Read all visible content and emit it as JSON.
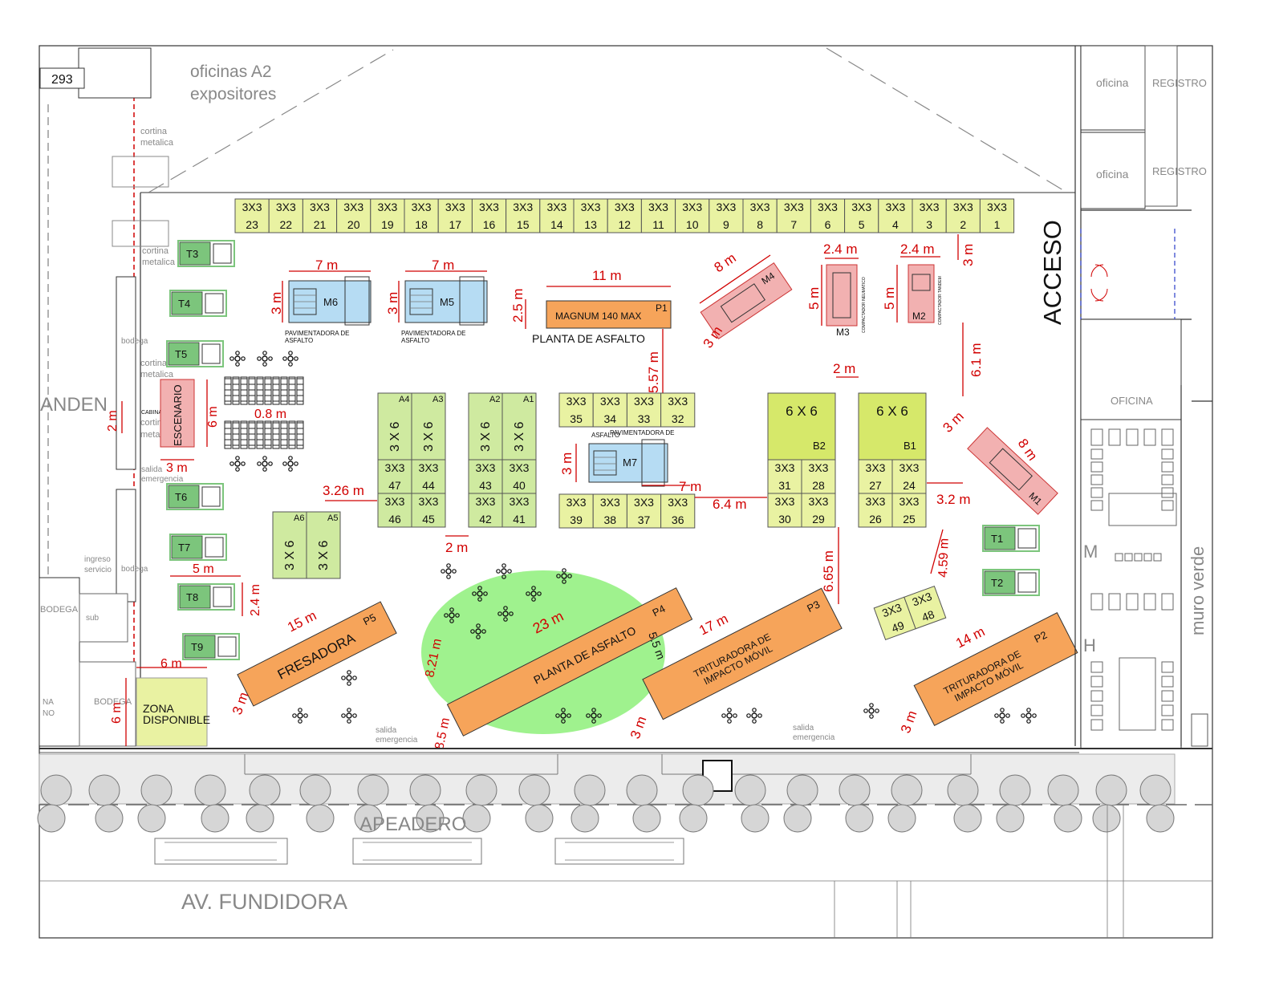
{
  "header": {
    "ref_number": "293",
    "offices": "oficinas A2",
    "exhibitors": "expositores"
  },
  "left": {
    "anden": "ANDEN",
    "curtain_1": "cortina",
    "curtain_1b": "metalica",
    "curtain_2": "cortina",
    "curtain_2b": "metalica",
    "curtain_3": "cortina",
    "curtain_3b": "metalica",
    "curtain_4": "cortina",
    "curtain_4b": "metal",
    "bodega_1": "bodega",
    "bodega_2": "bodega",
    "bodega_3": "BODEGA",
    "bodega_4": "BODEGA",
    "cabina": "CABINA",
    "salida_emergencia_1": "salida",
    "salida_emergencia_1b": "emergencia",
    "ingreso": "ingreso",
    "ingreso_b": "servicio",
    "sub": "sub",
    "na": "NA",
    "no": "NO"
  },
  "stage": {
    "label": "ESCENARIO",
    "dim_w": "3 m",
    "dim_h": "6 m",
    "dim_side": "2 m",
    "dim_aisle": "0.8 m"
  },
  "zona": {
    "line1": "ZONA",
    "line2": "DISPONIBLE",
    "dim_w": "6 m",
    "dim_h": "6 m"
  },
  "trucks": [
    {
      "id": "T1",
      "label": "T1"
    },
    {
      "id": "T2",
      "label": "T2"
    },
    {
      "id": "T3",
      "label": "T3"
    },
    {
      "id": "T4",
      "label": "T4"
    },
    {
      "id": "T5",
      "label": "T5"
    },
    {
      "id": "T6",
      "label": "T6"
    },
    {
      "id": "T7",
      "label": "T7"
    },
    {
      "id": "T8",
      "label": "T8"
    },
    {
      "id": "T9",
      "label": "T9"
    }
  ],
  "truck_dims": {
    "w": "5 m",
    "h": "2.4 m"
  },
  "top_booths": {
    "size": "3X3",
    "numbers": [
      "23",
      "22",
      "21",
      "20",
      "19",
      "18",
      "17",
      "16",
      "15",
      "14",
      "13",
      "12",
      "11",
      "10",
      "9",
      "8",
      "7",
      "6",
      "5",
      "4",
      "3",
      "2",
      "1"
    ]
  },
  "machines": {
    "m6": {
      "label": "M6",
      "caption1": "PAVIMENTADORA DE",
      "caption2": "ASFALTO",
      "dim_w": "7 m",
      "dim_h": "3 m"
    },
    "m5": {
      "label": "M5",
      "caption1": "PAVIMENTADORA DE",
      "caption2": "ASFALTO",
      "dim_w": "7 m",
      "dim_h": "3 m"
    },
    "m7": {
      "label": "M7",
      "caption1": "PAVIMENTADORA DE",
      "caption2": "ASFALTO",
      "dim_w": "7 m",
      "dim_h": "3 m"
    },
    "m4": {
      "label": "M4",
      "dim_w": "8 m",
      "dim_h": "3 m"
    },
    "m1": {
      "label": "M1",
      "dim_w": "8 m",
      "dim_h": "3 m"
    },
    "m3": {
      "label": "M3",
      "caption": "COMPACTADOR NEUMATICO",
      "dim_w": "2.4 m",
      "dim_h": "5 m"
    },
    "m2": {
      "label": "M2",
      "caption": "COMPACTADOR TANDEM",
      "dim_w": "2.4 m",
      "dim_h": "5 m"
    }
  },
  "plant_p1": {
    "label": "MAGNUM 140 MAX",
    "tag": "P1",
    "caption": "PLANTA DE ASFALTO",
    "dim_w": "11 m",
    "dim_h": "2.5 m",
    "dim_down": "5.57 m"
  },
  "a_blocks": {
    "size": "3 X 6",
    "a1": "A1",
    "a2": "A2",
    "a3": "A3",
    "a4": "A4",
    "a5": "A5",
    "a6": "A6",
    "dim_gap": "3.26 m",
    "dim_between": "2 m"
  },
  "mid_booths": {
    "size": "3X3",
    "row1": [
      "35",
      "34",
      "33",
      "32"
    ],
    "row2": [
      "39",
      "38",
      "37",
      "36"
    ],
    "left_a": [
      "47",
      "44",
      "46",
      "45"
    ],
    "left_b": [
      "43",
      "40",
      "42",
      "41"
    ],
    "b2": [
      "31",
      "28",
      "30",
      "29"
    ],
    "b1": [
      "27",
      "24",
      "26",
      "25"
    ],
    "pair": [
      "49",
      "48"
    ]
  },
  "b_blocks": {
    "size": "6 X 6",
    "b1": "B1",
    "b2": "B2",
    "dim_top": "2 m"
  },
  "dims_misc": {
    "d_6_4": "6.4 m",
    "d_7": "7 m",
    "d_6_65": "6.65 m",
    "d_3_2": "3.2 m",
    "d_4_59": "4.59 m",
    "d_6_1": "6.1 m",
    "d_3": "3 m",
    "d_2": "2 m"
  },
  "diag_plants": {
    "p5": {
      "tag": "P5",
      "label": "FRESADORA",
      "dim_len": "15 m",
      "dim_w": "3 m"
    },
    "p4": {
      "tag": "P4",
      "label": "PLANTA DE ASFALTO",
      "dim_len": "23 m",
      "dim_a": "8.21 m",
      "dim_b": "8.5 m",
      "dim_c": "5.5 m"
    },
    "p3": {
      "tag": "P3",
      "label1": "TRITURADORA DE",
      "label2": "IMPACTO MÓVIL",
      "dim_len": "17 m",
      "dim_w": "3 m"
    },
    "p2": {
      "tag": "P2",
      "label1": "TRITURADORA DE",
      "label2": "IMPACTO MÓVIL",
      "dim_len": "14 m",
      "dim_w": "3 m"
    }
  },
  "right": {
    "acceso": "ACCESO",
    "oficina_1": "oficina",
    "oficina_2": "oficina",
    "registro_1": "REGISTRO",
    "registro_2": "REGISTRO",
    "oficina_big": "OFICINA",
    "muro": "muro verde",
    "m": "M",
    "h": "H"
  },
  "bottom": {
    "salida_1": "salida",
    "salida_1b": "emergencia",
    "salida_2": "salida",
    "salida_2b": "emergencia",
    "apeadero": "APEADERO",
    "avenue": "AV. FUNDIDORA"
  },
  "colors": {
    "booth": "#e9f2a2",
    "booth_green": "#cfeaa0",
    "machine_blue": "#b6dcf3",
    "machine_red": "#f2b1b1",
    "plant": "#f6a45a",
    "zone": "#e9f2a2",
    "green_area": "#8ef07a",
    "dim": "#d10000",
    "truck": "#7cc57c"
  }
}
